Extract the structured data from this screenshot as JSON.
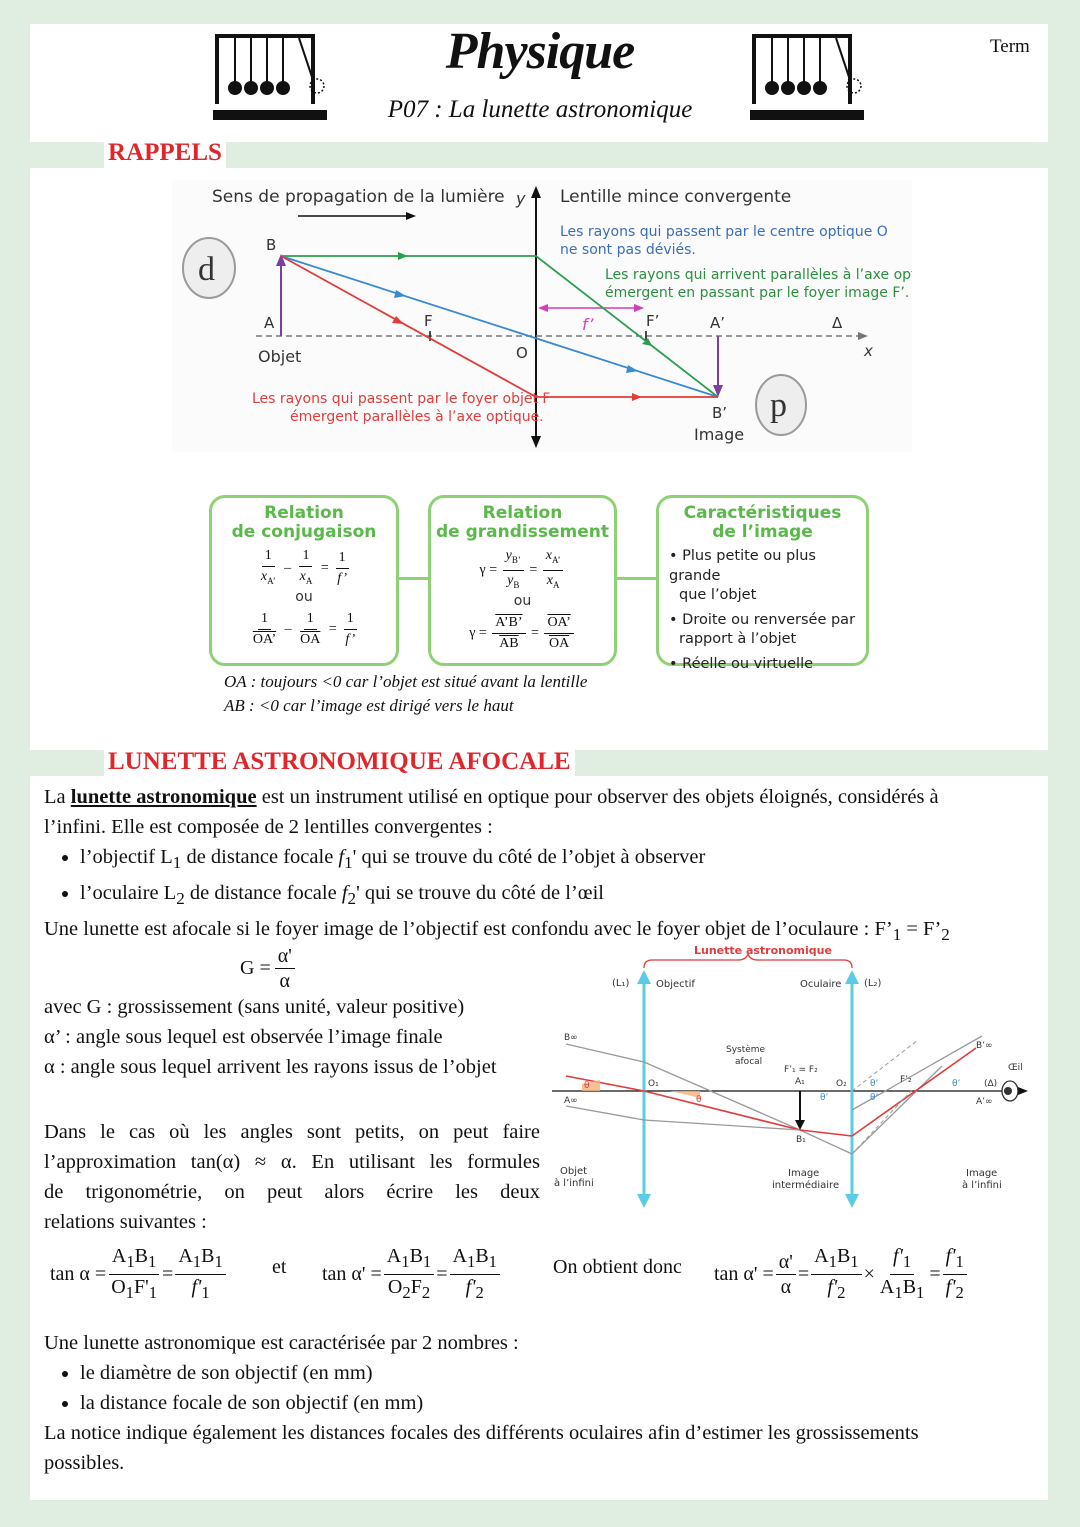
{
  "header": {
    "subject": "Physique",
    "chapter": "P07 : La lunette astronomique",
    "level": "Term"
  },
  "rappels": {
    "title": "RAPPELS",
    "diagram": {
      "propagation": "Sens de propagation de la lumière",
      "lens_title": "Lentille mince convergente",
      "note_center": [
        "Les rayons qui passent par le centre optique O",
        "ne sont pas déviés."
      ],
      "note_parallel": [
        "Les rayons qui arrivent parallèles à l’axe optique",
        "émergent en passant par le foyer image F’."
      ],
      "note_focus": [
        "Les rayons qui passent par le foyer objet F",
        "émergent parallèles à l’axe optique."
      ],
      "labels": {
        "y": "y",
        "x": "x",
        "B": "B",
        "A": "A",
        "F": "F",
        "O": "O",
        "f": "f’",
        "Fp": "F’",
        "Ap": "A’",
        "delta": "Δ",
        "Bp": "B’",
        "objet": "Objet",
        "image": "Image",
        "d": "d",
        "p": "p"
      }
    },
    "boxes": {
      "conjugaison": {
        "title": [
          "Relation",
          "de conjugaison"
        ],
        "ou": "ou"
      },
      "grandissement": {
        "title": [
          "Relation",
          "de grandissement"
        ],
        "ou": "ou"
      },
      "caracteristiques": {
        "title": [
          "Caractéristiques",
          "de l’image"
        ],
        "items": [
          "• Plus petite ou plus grande",
          "que l’objet",
          "• Droite ou renversée par",
          "rapport à l’objet",
          "• Réelle ou virtuelle"
        ]
      }
    },
    "notes": [
      "OA : toujours <0 car l’objet est situé avant la lentille",
      "AB : <0 car l’image est dirigé vers le haut"
    ]
  },
  "lunette": {
    "title": "LUNETTE ASTRONOMIQUE AFOCALE",
    "intro_pre": "La ",
    "intro_bold": "lunette astronomique",
    "intro_post": " est un instrument utilisé en optique pour observer des objets éloignés, considérés à",
    "intro_line2": "l’infini. Elle est composée de 2 lentilles convergentes :",
    "bullet1": {
      "a": "l’objectif L",
      "sub": "1",
      "b": " de distance focale ",
      "f": "f",
      "fsub": "1",
      "c": "' qui se trouve du côté de l’objet à observer"
    },
    "bullet2": {
      "a": "l’oculaire L",
      "sub": "2",
      "b": " de distance focale ",
      "f": "f",
      "fsub": "2",
      "c": "' qui se trouve du côté de l’œil"
    },
    "afocal": "Une lunette est afocale si le foyer image de l’objectif est confondu avec le foyer objet de l’oculaure : F’",
    "afocal_sub1": "1",
    "afocal_eq": " = F’",
    "afocal_sub2": "2",
    "G_formula": {
      "lhs": "G =",
      "num": "α'",
      "den": "α"
    },
    "avec": [
      "avec G : grossissement (sans unité, valeur positive)",
      "α’ : angle sous lequel est observée l’image finale",
      "α : angle sous lequel arrivent les rayons issus de l’objet"
    ],
    "approx": [
      "Dans le cas où les angles sont petits, on peut faire",
      "l’approximation tan(α) ≈ α. En utilisant les formules",
      "de trigonométrie, on peut alors écrire les deux",
      "relations suivantes :"
    ],
    "et": "et",
    "obtient": "On obtient donc",
    "caract_intro": "Une lunette astronomique est caractérisée par 2 nombres :",
    "caract_items": [
      "le diamètre de son objectif (en mm)",
      "la distance focale de son objectif (en mm)"
    ],
    "notice": [
      "La notice indique également les distances focales des différents oculaires afin d’estimer les grossissements",
      "possibles."
    ],
    "diagram": {
      "title": "Lunette astronomique",
      "L1": "(L₁)",
      "L2": "(L₂)",
      "objectif": "Objectif",
      "oculaire": "Oculaire",
      "systeme": [
        "Système",
        "afocal"
      ],
      "F1F2": "F’₁ = F₂",
      "A1": "A₁",
      "B1": "B₁",
      "O1": "O₁",
      "O2": "O₂",
      "F2p": "F’₂",
      "Binf": "B∞",
      "Ainf": "A∞",
      "Bpinf": "B’∞",
      "Apinf": "A’∞",
      "oeil": "Œil",
      "delta": "(Δ)",
      "theta": "θ",
      "thetap": "θ’",
      "objet_inf": [
        "Objet",
        "à l’infini"
      ],
      "image_inter": [
        "Image",
        "intermédiaire"
      ],
      "image_inf": [
        "Image",
        "à l’infini"
      ]
    }
  }
}
